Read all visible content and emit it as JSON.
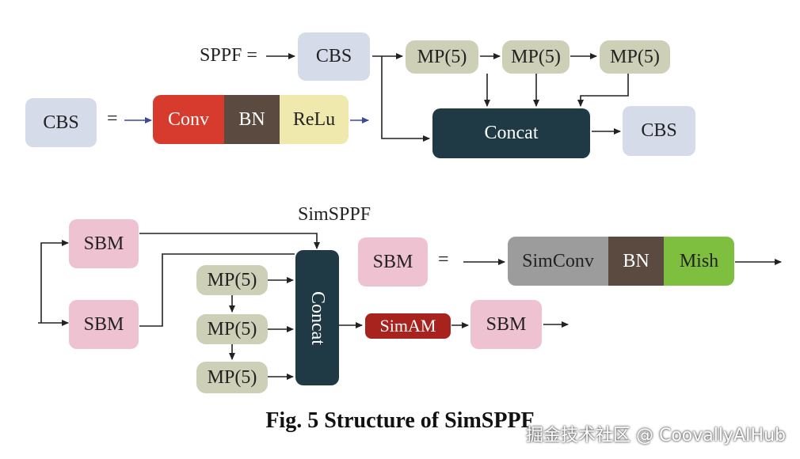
{
  "top": {
    "sppf_label": "SPPF =",
    "cbs_label": "CBS",
    "mp_label": "MP(5)",
    "concat_label": "Concat",
    "cbs_eq_label": "=",
    "conv_label": "Conv",
    "bn_label": "BN",
    "relu_label": "ReLu"
  },
  "bottom": {
    "simsppf_label": "SimSPPF",
    "sbm_label": "SBM",
    "mp_label": "MP(5)",
    "concat_label": "Concat",
    "simam_label": "SimAM",
    "eq_label": "=",
    "simconv_label": "SimConv",
    "bn_label": "BN",
    "mish_label": "Mish"
  },
  "caption": "Fig. 5 Structure of SimSPPF",
  "watermark": "掘金技术社区 @ CoovallyAIHub",
  "colors": {
    "cbs": "#d6dbea",
    "mp": "#cdcfb7",
    "sbm": "#efc2d2",
    "concat": "#1f3a44",
    "conv": "#d63b2e",
    "bn": "#5a4a40",
    "relu": "#f0e9ad",
    "simconv": "#9c9c9c",
    "mish": "#7fbf3f",
    "simam": "#a8231e"
  }
}
